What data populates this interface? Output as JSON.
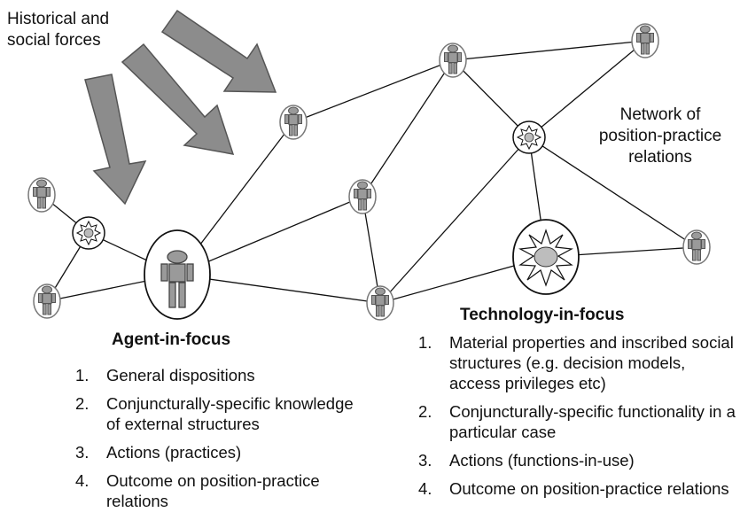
{
  "forces_label_line1": "Historical and",
  "forces_label_line2": "social forces",
  "network_label_line1": "Network of",
  "network_label_line2": "position-practice",
  "network_label_line3": "relations",
  "agent": {
    "title": "Agent-in-focus",
    "items": [
      {
        "num": "1.",
        "text": "General dispositions"
      },
      {
        "num": "2.",
        "text": "Conjuncturally-specific knowledge of external structures"
      },
      {
        "num": "3.",
        "text": "Actions (practices)"
      },
      {
        "num": "4.",
        "text": "Outcome on position-practice relations"
      }
    ]
  },
  "technology": {
    "title": "Technology-in-focus",
    "items": [
      {
        "num": "1.",
        "text": "Material properties and inscribed social structures (e.g. decision models, access privileges etc)"
      },
      {
        "num": "2.",
        "text": "Conjuncturally-specific functionality in a particular case"
      },
      {
        "num": "3.",
        "text": "Actions (functions-in-use)"
      },
      {
        "num": "4.",
        "text": "Outcome on position-practice relations"
      }
    ]
  }
}
